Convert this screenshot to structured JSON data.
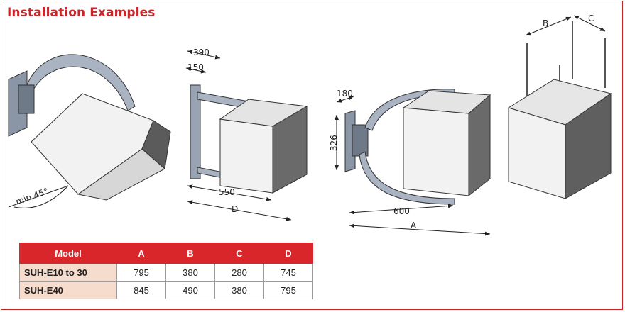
{
  "title": "Installation Examples",
  "figure1": {
    "angle_label": "min 45°"
  },
  "figure2": {
    "dim_top": "390",
    "dim_inner": "150",
    "dim_depth": "550",
    "dim_overall": "D"
  },
  "figure3": {
    "dim_width": "180",
    "dim_height": "326",
    "dim_depth": "600",
    "dim_overall": "A"
  },
  "figure4": {
    "dim_b": "B",
    "dim_c": "C"
  },
  "table": {
    "headers": [
      "Model",
      "A",
      "B",
      "C",
      "D"
    ],
    "rows": [
      {
        "model": "SUH-E10 to 30",
        "a": "795",
        "b": "380",
        "c": "280",
        "d": "745"
      },
      {
        "model": "SUH-E40",
        "a": "845",
        "b": "490",
        "c": "380",
        "d": "795"
      }
    ]
  },
  "colors": {
    "accent": "#c9262c",
    "header_bg": "#d8262b",
    "model_bg": "#f6dccd",
    "bracket": "#9aa6b6"
  }
}
